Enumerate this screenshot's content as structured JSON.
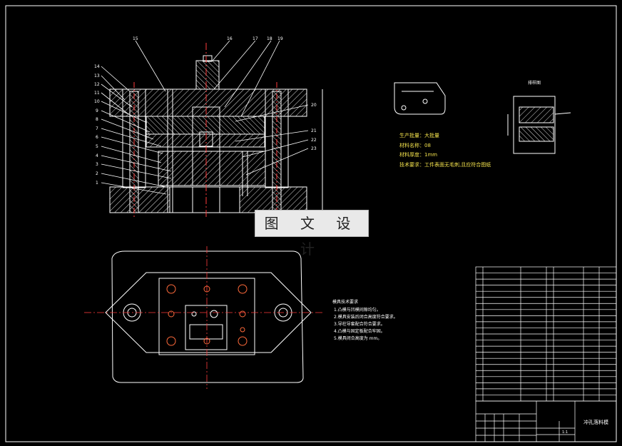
{
  "drawing": {
    "watermark": "图 文 设 计",
    "tech_note": [
      "生产批量：大批量",
      "材料名称：08",
      "材料厚度：1mm",
      "技术要求：工件表面无毛刺,且应符合图纸"
    ],
    "part_view_label": "排样图",
    "assembly_notes_title": "模具技术要求",
    "assembly_notes": [
      "1.凸模与凹模间隙均匀。",
      "2.模具安装后闭合高度符合要求。",
      "3.导柱导套配合符合要求。",
      "4.凸模与固定板配合牢固。",
      "5.模具闭合高度为 mm。"
    ],
    "callouts": [
      "15",
      "16",
      "17",
      "18",
      "19",
      "14",
      "13",
      "12",
      "11",
      "10",
      "9",
      "8",
      "7",
      "6",
      "5",
      "4",
      "3",
      "2",
      "1",
      "20",
      "21",
      "22",
      "23"
    ],
    "title_block": {
      "name": "冲孔落料模",
      "scale": "1:1"
    }
  },
  "colors": {
    "background": "#000000",
    "lines": "#ffffff",
    "hatch": "#ffffff",
    "center": "#ff3b3b",
    "yellow": "#f2e14c",
    "green": "#3fd14a"
  }
}
